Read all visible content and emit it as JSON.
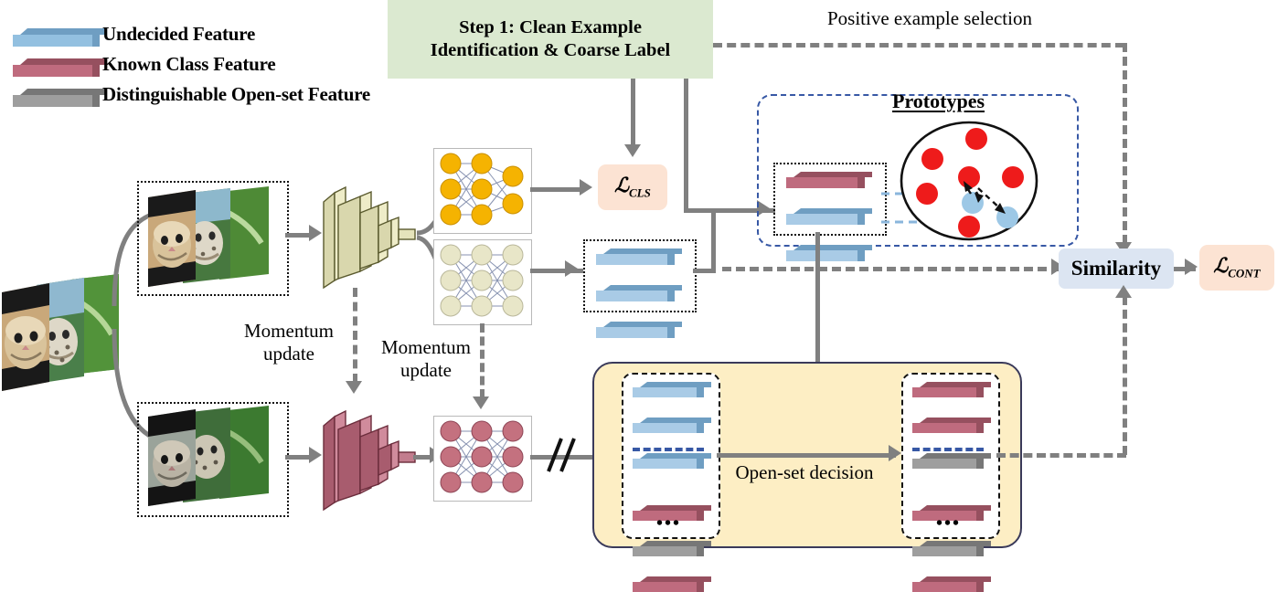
{
  "legend": {
    "items": [
      {
        "label": "Undecided Feature",
        "color": "#93c0e0",
        "icon": "feature-bar-blue"
      },
      {
        "label": "Known Class Feature",
        "color": "#bf6b7e",
        "icon": "feature-bar-red"
      },
      {
        "label": "Distinguishable Open-set Feature",
        "color": "#9e9e9e",
        "icon": "feature-bar-gray"
      }
    ]
  },
  "step_box": {
    "line1": "Step 1: Clean Example",
    "line2": "Identification & Coarse Label",
    "color": "#dbe9d0"
  },
  "labels": {
    "positive_selection": "Positive example selection",
    "momentum_update_1": "Momentum\nupdate",
    "momentum_update_2": "Momentum\nupdate",
    "momentum_line1": "Momentum",
    "momentum_line2": "update",
    "open_set_decision": "Open-set decision",
    "prototypes": "Prototypes",
    "similarity": "Similarity",
    "loss_cls": "ℒCLS",
    "loss_cont": "ℒCONT",
    "ellipsis": "•••",
    "gradient_stop": "//"
  },
  "loss_cls": {
    "symbol": "ℒ",
    "sub": "CLS",
    "color": "#fce3d3"
  },
  "loss_cont": {
    "symbol": "ℒ",
    "sub": "CONT",
    "color": "#fce3d3"
  },
  "similarity_box": {
    "text": "Similarity",
    "color": "#dce5f2"
  },
  "encoders": {
    "online": {
      "name": "online-encoder",
      "color": "#e8e6c0"
    },
    "momentum": {
      "name": "momentum-encoder",
      "color": "#c27d8e"
    }
  },
  "networks": {
    "classifier_head": {
      "name": "classifier-mlp",
      "node_color": "#f5b301",
      "layers": [
        3,
        3,
        2
      ]
    },
    "projection_head": {
      "name": "projection-mlp",
      "node_color": "#e8e6c8",
      "layers": [
        3,
        3,
        3
      ]
    },
    "momentum_head": {
      "name": "momentum-mlp",
      "node_color": "#c4717f",
      "layers": [
        3,
        3,
        3
      ]
    }
  },
  "image_stacks": {
    "source": {
      "name": "input-image-stack",
      "count": 3
    },
    "weak_aug": {
      "name": "weak-augmented-stack",
      "count": 3
    },
    "strong_aug": {
      "name": "strong-augmented-stack",
      "count": 3
    }
  },
  "feature_box_online": {
    "bars": [
      "blue",
      "blue",
      "blue"
    ]
  },
  "feature_box_proto": {
    "bars": [
      "red",
      "blue",
      "blue"
    ]
  },
  "prototypes": {
    "title": "Prototypes",
    "red_dots": 6,
    "blue_dots": 2,
    "red_color": "#ee1b1b",
    "blue_color": "#9dc8e6"
  },
  "open_set": {
    "label": "Open-set decision",
    "left_stack": {
      "above_threshold": [
        "blue",
        "blue",
        "blue"
      ],
      "below_threshold": [
        "red",
        "gray",
        "red"
      ],
      "ellipsis": "•••"
    },
    "right_stack": {
      "above_threshold": [
        "red",
        "red",
        "gray"
      ],
      "below_threshold": [
        "red",
        "gray",
        "red"
      ],
      "ellipsis": "•••"
    },
    "threshold_color": "#3758a5",
    "panel_color": "#fdeec4"
  },
  "colors": {
    "blue_feature": "#93c0e0",
    "red_feature": "#bf6b7e",
    "gray_feature": "#9e9e9e",
    "line": "#808080",
    "proto_border": "#3758a5"
  }
}
